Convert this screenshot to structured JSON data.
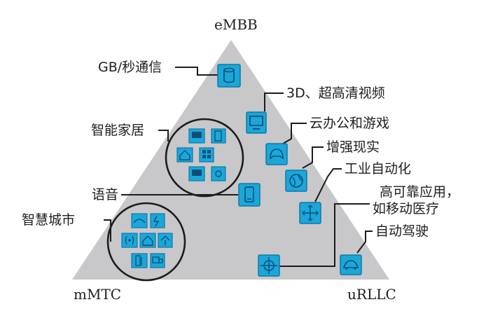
{
  "corners": {
    "top": "eMBB",
    "left": "mMTC",
    "right": "uRLLC"
  },
  "labels": {
    "gbps": "GB/秒通信",
    "video": "3D、超高清视频",
    "cloud": "云办公和游戏",
    "smarthome": "智能家居",
    "ar": "增强现实",
    "voice": "语音",
    "industry": "工业自动化",
    "reliable_line1": "高可靠应用，",
    "reliable_line2": "如移动医疗",
    "smartcity": "智慧城市",
    "autodrive": "自动驾驶"
  },
  "colors": {
    "triangle": "#c8c8ca",
    "icon_fill": "#1aa7d9",
    "icon_border": "#0d78a8",
    "icon_glyph": "#0b4f78",
    "line": "#1c1c1c",
    "text": "#1e1e1e"
  },
  "icons": {
    "gbps": "database-icon",
    "video": "monitor-icon",
    "cloud": "game-controller-icon",
    "ar": "globe-icon",
    "voice": "smartphone-icon",
    "industry": "crosshair-arrows-icon",
    "reliable": "target-icon",
    "autodrive": "car-icon",
    "smarthome": [
      "tv-icon",
      "fridge-icon",
      "house-icon",
      "building-icon",
      "screen-icon",
      "camera-icon"
    ],
    "smartcity": [
      "wave-icon",
      "bolt-icon",
      "signal-icon",
      "house-icon",
      "lamp-icon",
      "meter-icon",
      "truck-icon"
    ]
  }
}
